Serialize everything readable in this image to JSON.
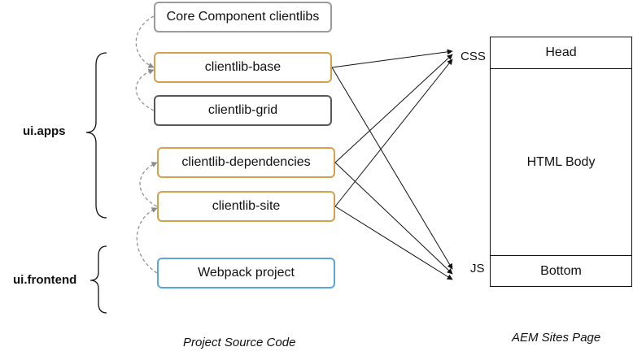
{
  "groups": {
    "ui_apps": "ui.apps",
    "ui_frontend": "ui.frontend"
  },
  "components": {
    "core": "Core Component clientlibs",
    "base": "clientlib-base",
    "grid": "clientlib-grid",
    "dependencies": "clientlib-dependencies",
    "site": "clientlib-site",
    "webpack": "Webpack project"
  },
  "outputs": {
    "css": "CSS",
    "js": "JS"
  },
  "page": {
    "head": "Head",
    "body": "HTML Body",
    "bottom": "Bottom"
  },
  "captions": {
    "source": "Project Source Code",
    "page": "AEM Sites Page"
  },
  "colors": {
    "core_border": "#9a9a9a",
    "clientlib_border": "#d4a04a",
    "grid_border": "#55595e",
    "webpack_border": "#5aa6dc",
    "dashed_arrow": "#8a8a8a",
    "arrow": "#111111"
  }
}
